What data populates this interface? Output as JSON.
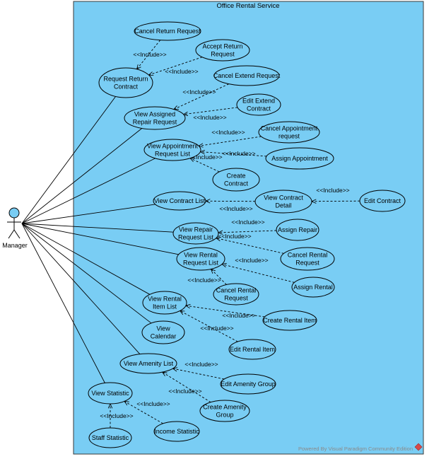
{
  "system": {
    "title": "Office Rental Service",
    "background": "#79cdf4",
    "border": "#3a3a3a"
  },
  "actor": {
    "name": "Manager",
    "head_color": "#79cdf4"
  },
  "use_cases": [
    {
      "id": "cancel_return_request",
      "lines": [
        "Cancel Return Request"
      ]
    },
    {
      "id": "accept_return_request",
      "lines": [
        "Accept Return",
        "Request"
      ]
    },
    {
      "id": "request_return_contract",
      "lines": [
        "Request Return",
        "Contract"
      ]
    },
    {
      "id": "cancel_extend_request",
      "lines": [
        "Cancel Extend Request"
      ]
    },
    {
      "id": "edit_extend_contract",
      "lines": [
        "Edit Extend",
        "Contract"
      ]
    },
    {
      "id": "view_assigned_repair_request",
      "lines": [
        "View Assigned",
        "Repair Request"
      ]
    },
    {
      "id": "cancel_appointment_request",
      "lines": [
        "Cancel Appointment",
        "request"
      ]
    },
    {
      "id": "view_appointment_request_list",
      "lines": [
        "View Appointment",
        "Request List"
      ]
    },
    {
      "id": "assign_appointment",
      "lines": [
        "Assign Appointment"
      ]
    },
    {
      "id": "create_contract",
      "lines": [
        "Create",
        "Contract"
      ]
    },
    {
      "id": "view_contract_list",
      "lines": [
        "View Contract List"
      ]
    },
    {
      "id": "view_contract_detail",
      "lines": [
        "View Contract",
        "Detail"
      ]
    },
    {
      "id": "edit_contract",
      "lines": [
        "Edit Contract"
      ]
    },
    {
      "id": "view_repair_request_list",
      "lines": [
        "View Repair",
        "Request List"
      ]
    },
    {
      "id": "assign_repair",
      "lines": [
        "Assign Repair"
      ]
    },
    {
      "id": "view_rental_request_list",
      "lines": [
        "View Rental",
        "Request List"
      ]
    },
    {
      "id": "cancel_rental_request_a",
      "lines": [
        "Cancel Rental",
        "Request"
      ]
    },
    {
      "id": "assign_rental",
      "lines": [
        "Assign Rental"
      ]
    },
    {
      "id": "cancel_rental_request_b",
      "lines": [
        "Cancel Rental",
        "Request"
      ]
    },
    {
      "id": "view_rental_item_list",
      "lines": [
        "View Rental",
        "Item List"
      ]
    },
    {
      "id": "create_rental_item",
      "lines": [
        "Create Rental Item"
      ]
    },
    {
      "id": "view_calendar",
      "lines": [
        "View",
        "Calendar"
      ]
    },
    {
      "id": "edit_rental_item",
      "lines": [
        "Edit Rental Item"
      ]
    },
    {
      "id": "view_amenity_list",
      "lines": [
        "View Amenity List"
      ]
    },
    {
      "id": "edit_amenity_group",
      "lines": [
        "Edit Amenity Group"
      ]
    },
    {
      "id": "create_amenity_group",
      "lines": [
        "Create Amenity",
        "Group"
      ]
    },
    {
      "id": "view_statistic",
      "lines": [
        "View Statistic"
      ]
    },
    {
      "id": "income_statistic",
      "lines": [
        "Income Statistic"
      ]
    },
    {
      "id": "staff_statistic",
      "lines": [
        "Staff Statistic"
      ]
    }
  ],
  "include_label": "<<Include>>",
  "includes": [
    {
      "from": "cancel_return_request",
      "to": "request_return_contract"
    },
    {
      "from": "accept_return_request",
      "to": "request_return_contract"
    },
    {
      "from": "cancel_extend_request",
      "to": "view_assigned_repair_request"
    },
    {
      "from": "edit_extend_contract",
      "to": "view_assigned_repair_request"
    },
    {
      "from": "cancel_appointment_request",
      "to": "view_appointment_request_list"
    },
    {
      "from": "assign_appointment",
      "to": "view_appointment_request_list"
    },
    {
      "from": "create_contract",
      "to": "view_appointment_request_list"
    },
    {
      "from": "view_contract_detail",
      "to": "view_contract_list"
    },
    {
      "from": "edit_contract",
      "to": "view_contract_detail"
    },
    {
      "from": "assign_repair",
      "to": "view_repair_request_list"
    },
    {
      "from": "cancel_rental_request_a",
      "to": "view_repair_request_list"
    },
    {
      "from": "assign_rental",
      "to": "view_rental_request_list"
    },
    {
      "from": "cancel_rental_request_b",
      "to": "view_rental_request_list"
    },
    {
      "from": "create_rental_item",
      "to": "view_rental_item_list"
    },
    {
      "from": "edit_rental_item",
      "to": "view_rental_item_list"
    },
    {
      "from": "edit_amenity_group",
      "to": "view_amenity_list"
    },
    {
      "from": "create_amenity_group",
      "to": "view_amenity_list"
    },
    {
      "from": "income_statistic",
      "to": "view_statistic"
    },
    {
      "from": "staff_statistic",
      "to": "view_statistic"
    }
  ],
  "associations": [
    "request_return_contract",
    "view_assigned_repair_request",
    "view_appointment_request_list",
    "view_contract_list",
    "view_repair_request_list",
    "view_rental_request_list",
    "view_rental_item_list",
    "view_calendar",
    "view_amenity_list",
    "view_statistic"
  ],
  "watermark": "Powered By  Visual Paradigm Community Edition"
}
